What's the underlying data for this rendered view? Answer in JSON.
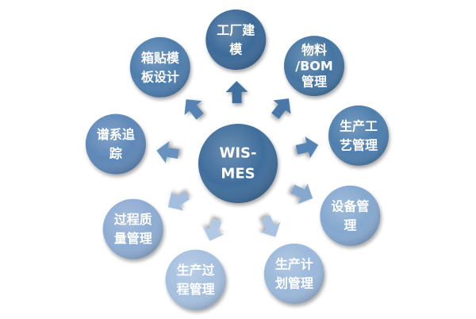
{
  "center": {
    "lines": [
      "WIS-",
      "MES"
    ],
    "color": "#3f6e9c"
  },
  "modules": [
    {
      "id": "factory-modeling",
      "lines": [
        "工厂建",
        "模"
      ],
      "color": "#3d6b99"
    },
    {
      "id": "material-bom",
      "lines": [
        "物料",
        "/BOM",
        "管理"
      ],
      "color": "#4574a2"
    },
    {
      "id": "process-mgmt",
      "lines": [
        "生产工",
        "艺管理"
      ],
      "color": "#4f7fae"
    },
    {
      "id": "equipment-mgmt",
      "lines": [
        "设备管",
        "理"
      ],
      "color": "#86a8cf"
    },
    {
      "id": "production-plan",
      "lines": [
        "生产计",
        "划管理"
      ],
      "color": "#9bb8da"
    },
    {
      "id": "production-process",
      "lines": [
        "生产过",
        "程管理"
      ],
      "color": "#a6c0df"
    },
    {
      "id": "quality-mgmt",
      "lines": [
        "过程质",
        "量管理"
      ],
      "color": "#8eacd3"
    },
    {
      "id": "genealogy-tracking",
      "lines": [
        "谱系追",
        "踪"
      ],
      "color": "#5f88b8"
    },
    {
      "id": "box-label-design",
      "lines": [
        "箱贴模",
        "板设计"
      ],
      "color": "#4f7eae"
    }
  ],
  "arrows": [
    {
      "target": "factory-modeling",
      "color": "#3f6f9f"
    },
    {
      "target": "material-bom",
      "color": "#4a78a8"
    },
    {
      "target": "process-mgmt",
      "color": "#5785b5"
    },
    {
      "target": "equipment-mgmt",
      "color": "#86a8cf"
    },
    {
      "target": "production-plan",
      "color": "#a9c2df"
    },
    {
      "target": "production-process",
      "color": "#b2c9e4"
    },
    {
      "target": "quality-mgmt",
      "color": "#a4bedf"
    },
    {
      "target": "genealogy-tracking",
      "color": "#6b92bf"
    },
    {
      "target": "box-label-design",
      "color": "#5683b3"
    }
  ]
}
